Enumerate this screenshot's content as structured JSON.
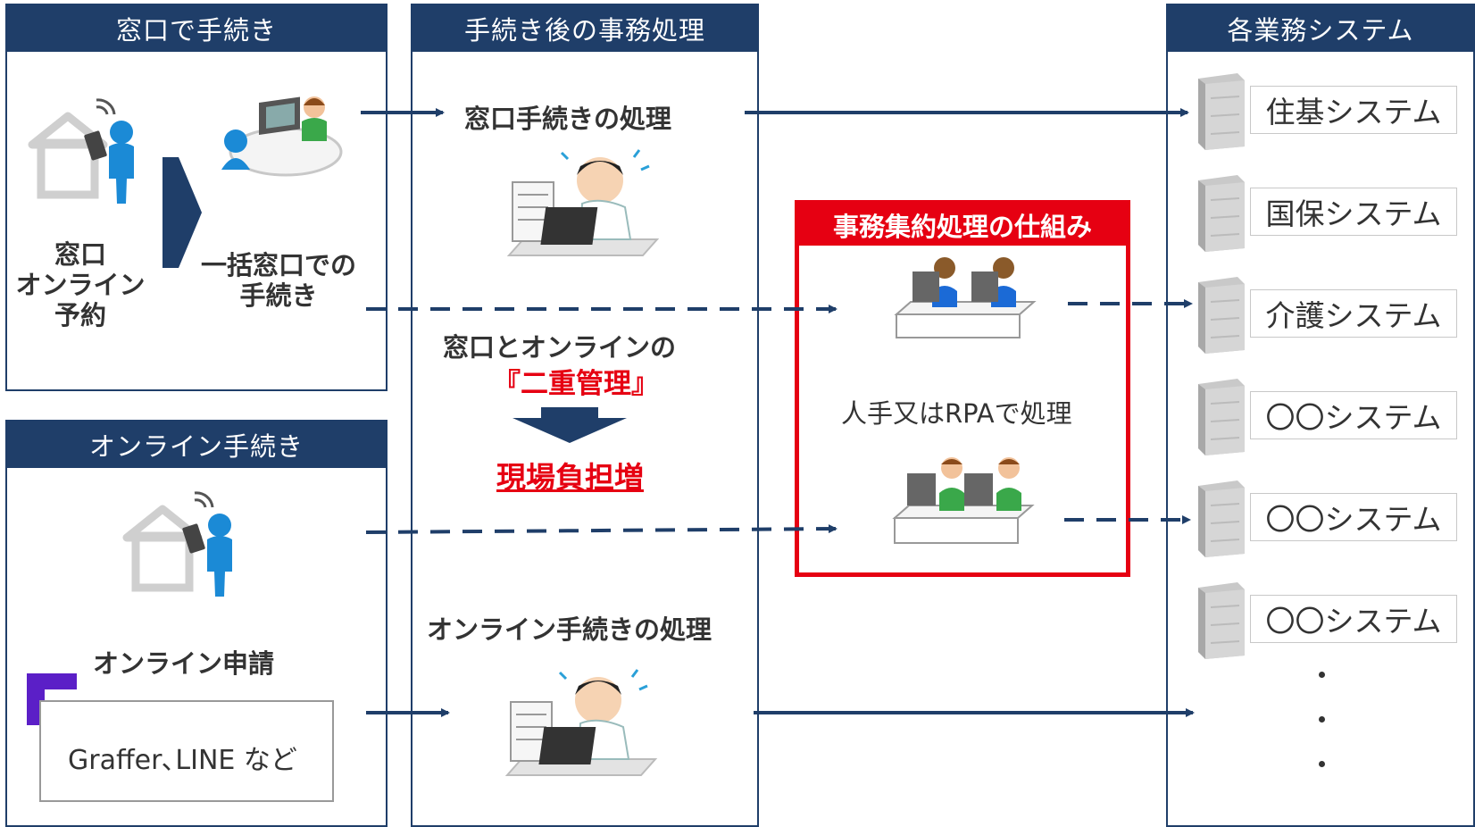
{
  "window_box": {
    "header": "窓口で手続き",
    "reserve_label": "窓口\nオンライン\n予約",
    "batch_label": "一括窓口での\n手続き"
  },
  "online_box": {
    "header": "オンライン手続き",
    "apply_label": "オンライン申請",
    "tools_label": "Graffer､LINE など"
  },
  "post_box": {
    "header": "手続き後の事務処理",
    "window_process": "窓口手続きの処理",
    "dual_line1": "窓口とオンラインの",
    "dual_line2": "『二重管理』",
    "burden": "現場負担増",
    "online_process": "オンライン手続きの処理"
  },
  "rpa_box": {
    "header": "事務集約処理の仕組み",
    "label": "人手又はRPAで処理"
  },
  "systems_box": {
    "header": "各業務システム",
    "systems": [
      "住基システム",
      "国保システム",
      "介護システム",
      "〇〇システム",
      "〇〇システム",
      "〇〇システム"
    ]
  },
  "colors": {
    "navy": "#1f3e69",
    "red": "#e60012",
    "person_blue": "#1b8ad6"
  }
}
